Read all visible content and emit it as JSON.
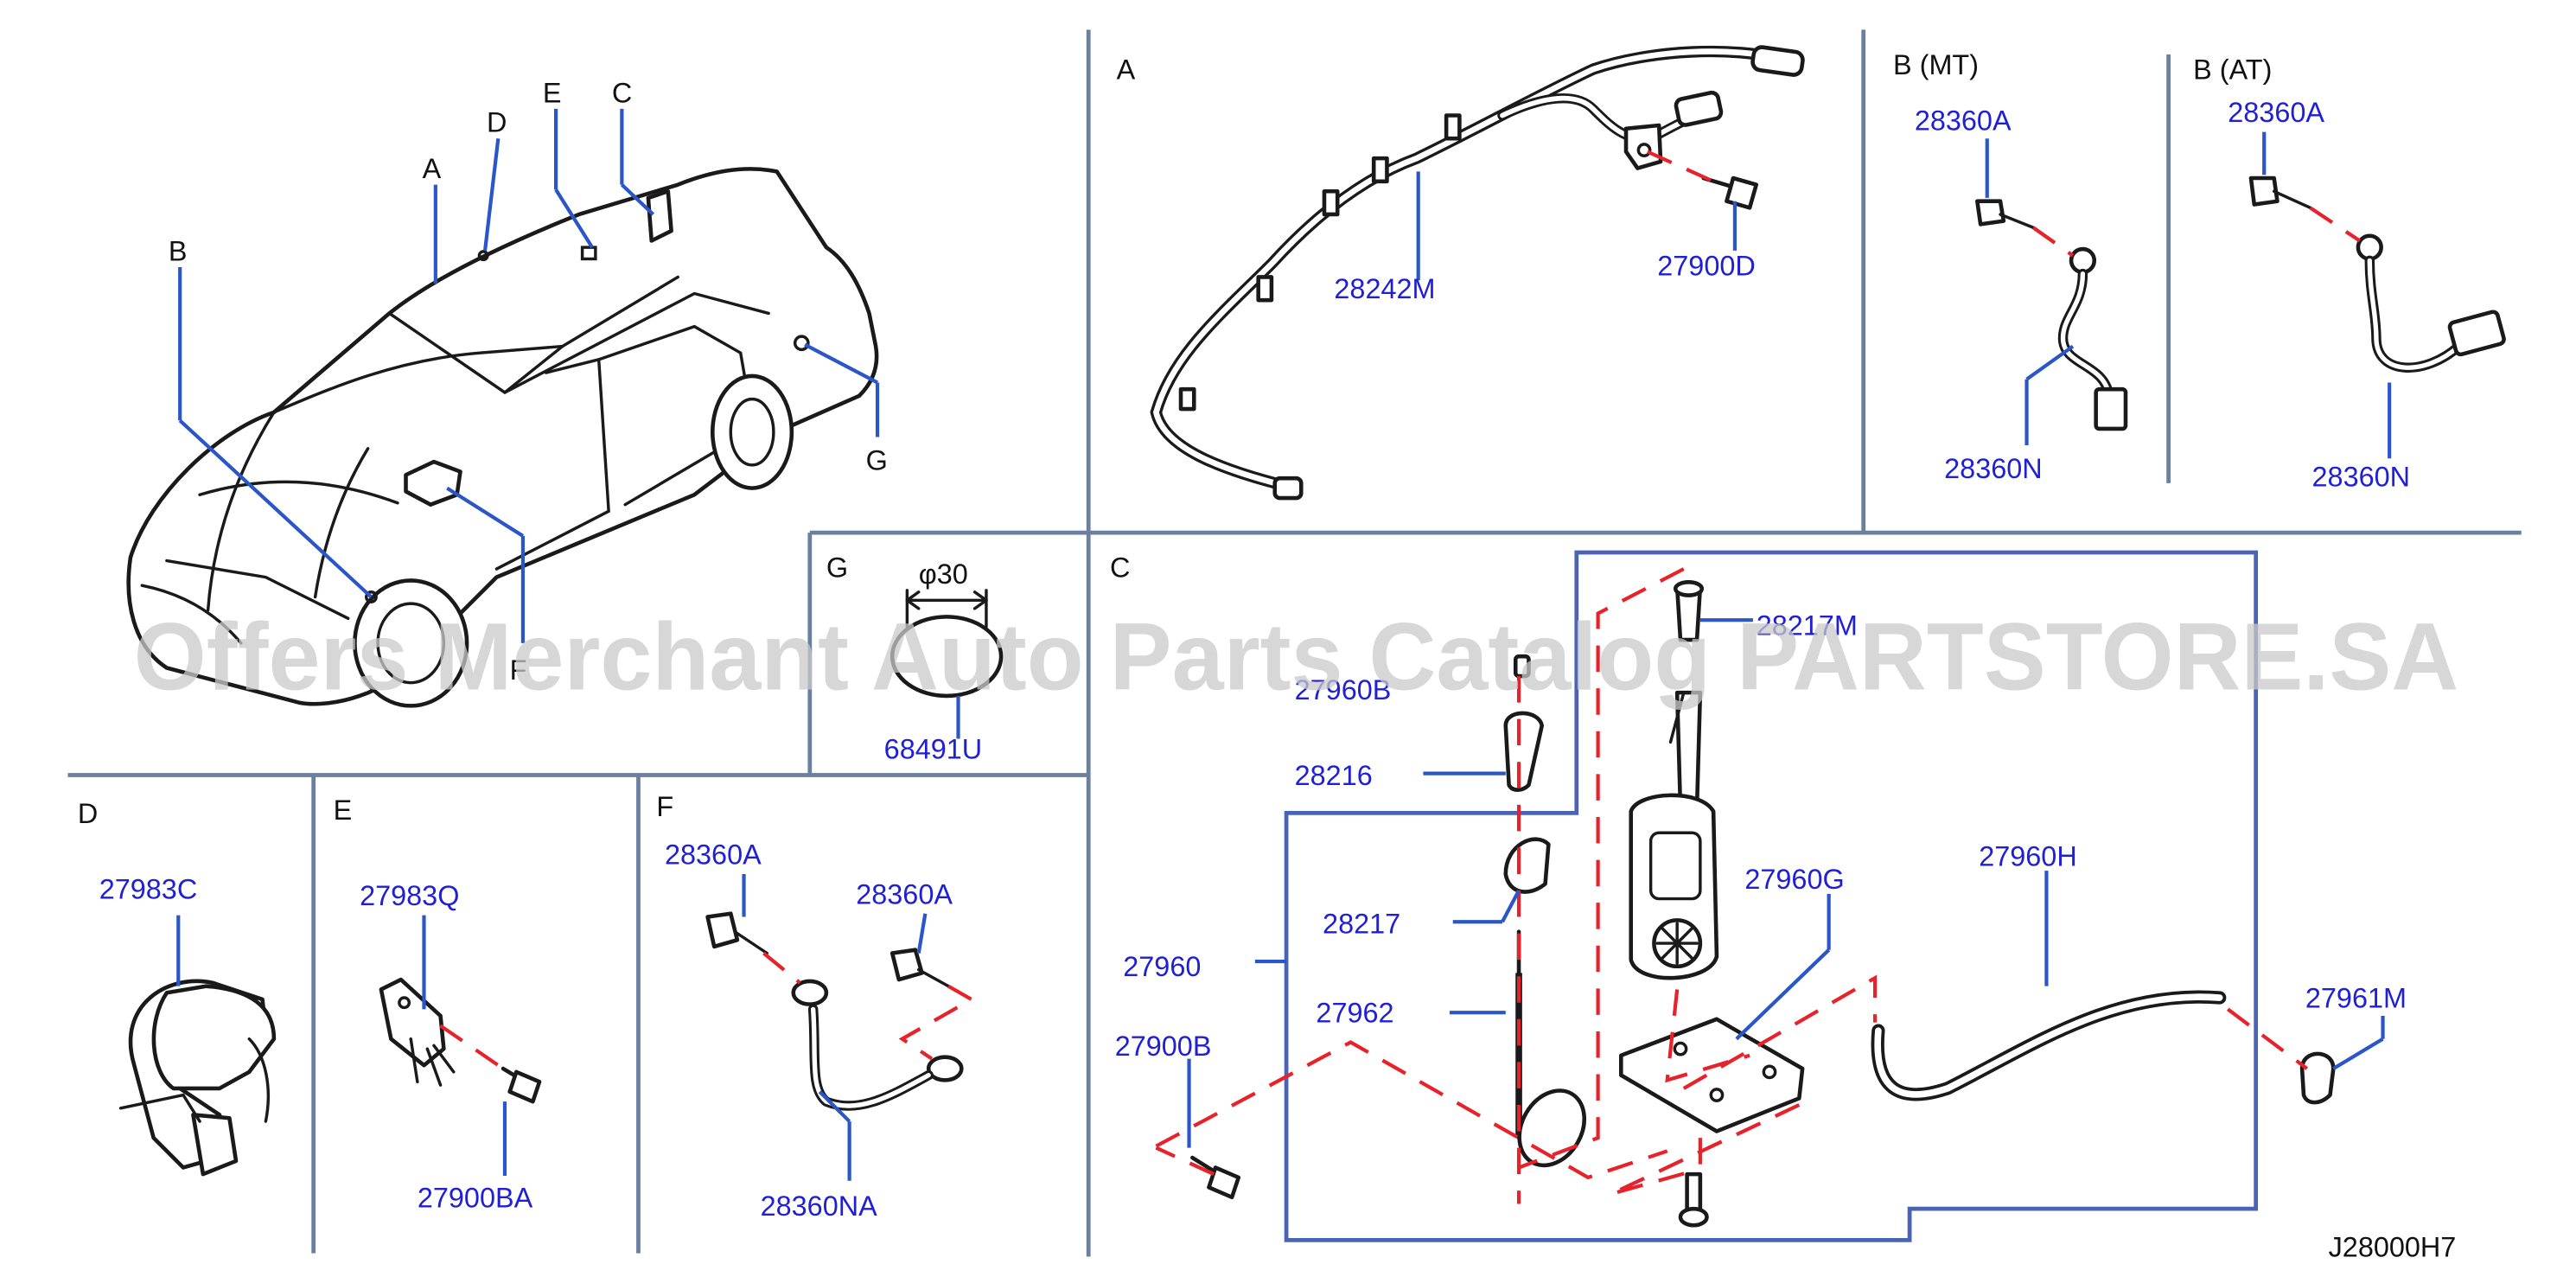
{
  "sections": {
    "A": "A",
    "B_mt": "B  (MT)",
    "B_at": "B  (AT)",
    "C": "C",
    "D": "D",
    "E": "E",
    "F": "F",
    "G": "G"
  },
  "car_callouts": {
    "A": "A",
    "B": "B",
    "C": "C",
    "D": "D",
    "E": "E",
    "F": "F",
    "G": "G"
  },
  "parts": {
    "p28242M": "28242M",
    "p27900D": "27900D",
    "mt_28360A": "28360A",
    "mt_28360N": "28360N",
    "at_28360A": "28360A",
    "at_28360N": "28360N",
    "phi30": "φ30",
    "p68491U": "68491U",
    "p28217M": "28217M",
    "p27960B": "27960B",
    "p28216": "28216",
    "p28217": "28217",
    "p27960": "27960",
    "p27962": "27962",
    "p27900B": "27900B",
    "p27960G": "27960G",
    "p27960H": "27960H",
    "p27961M": "27961M",
    "p27983C": "27983C",
    "p27983Q": "27983Q",
    "p27900BA": "27900BA",
    "f_28360A_1": "28360A",
    "f_28360A_2": "28360A",
    "p28360NA": "28360NA"
  },
  "diagram_code": "J28000H7",
  "watermark": "Offers Merchant Auto Parts Catalog PARTSTORE.SA",
  "colors": {
    "part_number": "#1f1fd6",
    "leader": "#2a56c9",
    "dashed_guide": "#e8222a",
    "grid_line": "#6b7f9e"
  }
}
